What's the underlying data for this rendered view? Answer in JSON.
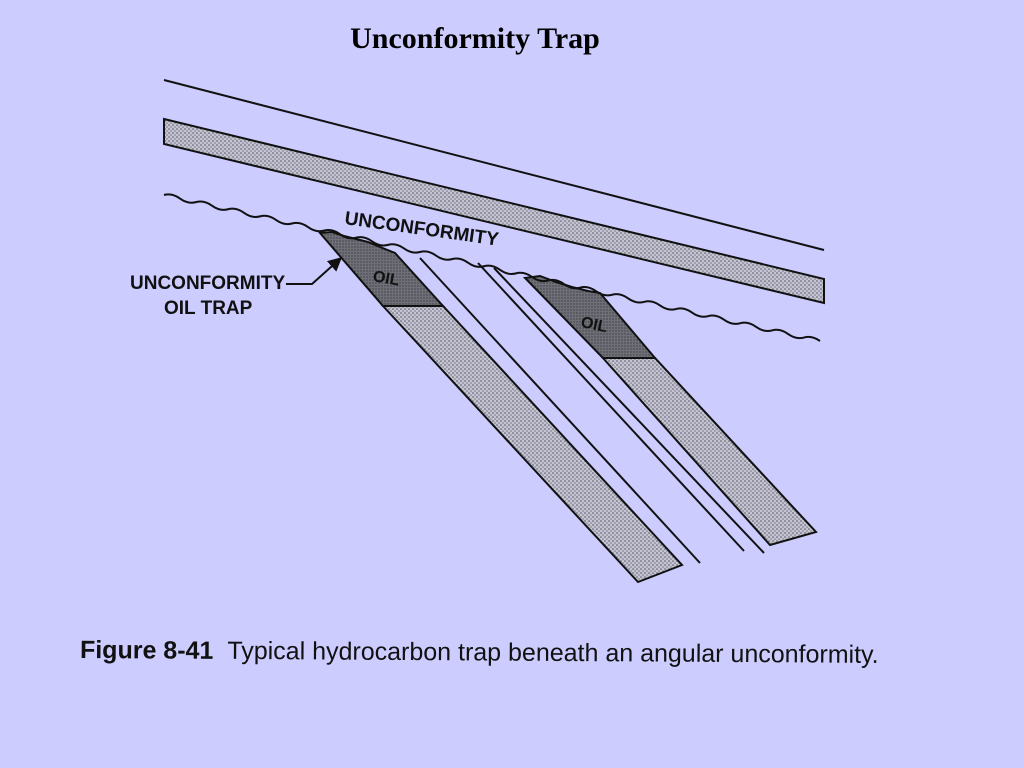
{
  "slide": {
    "title": "Unconformity Trap"
  },
  "diagram": {
    "labels": {
      "unconformity": "UNCONFORMITY",
      "trap_line1": "UNCONFORMITY",
      "trap_line2": "OIL TRAP",
      "oil_left": "OIL",
      "oil_right": "OIL"
    },
    "colors": {
      "background": "#ccccff",
      "line": "#111111",
      "oil": "#6f6f78",
      "sand": "#b9b9c6"
    }
  },
  "caption": {
    "figure_number": "Figure 8-41",
    "text": "Typical hydrocarbon trap beneath an angular unconformity."
  }
}
